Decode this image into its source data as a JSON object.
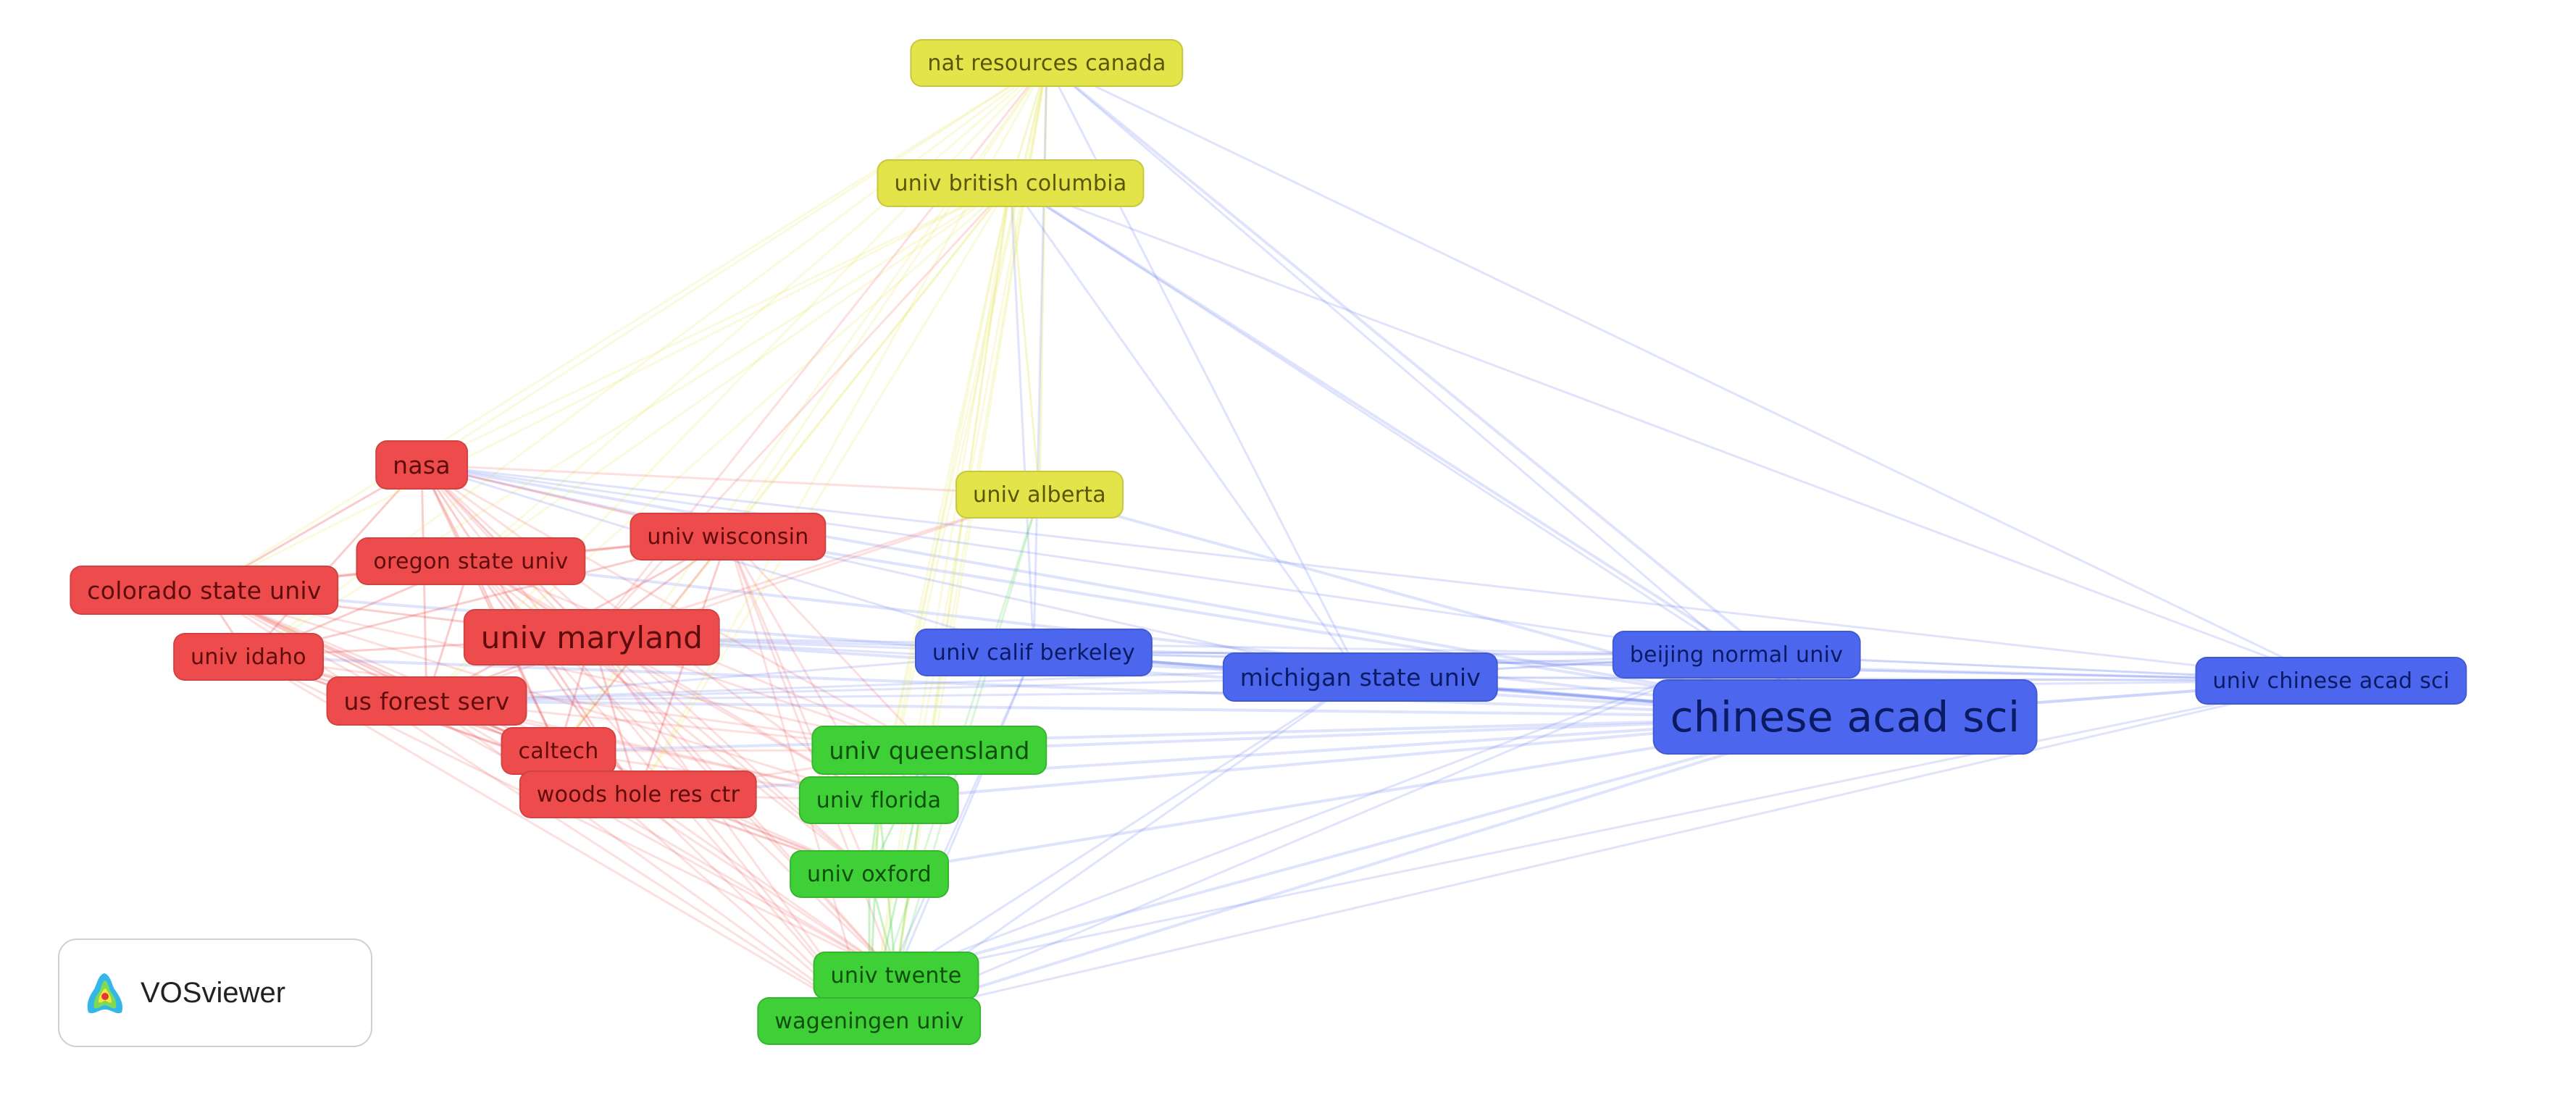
{
  "brand": {
    "name": "VOSviewer"
  },
  "colors": {
    "red": "#ee4c4c",
    "yellow": "#e3e34a",
    "green": "#3fcf37",
    "blue": "#4c67ee"
  },
  "clusters": [
    {
      "id": "red",
      "color": "#ee4c4c"
    },
    {
      "id": "yellow",
      "color": "#e3e34a"
    },
    {
      "id": "green",
      "color": "#3fcf37"
    },
    {
      "id": "blue",
      "color": "#4c67ee"
    }
  ],
  "nodes": [
    {
      "label": "nat resources canada",
      "cluster": "yellow"
    },
    {
      "label": "univ british columbia",
      "cluster": "yellow"
    },
    {
      "label": "univ alberta",
      "cluster": "yellow"
    },
    {
      "label": "nasa",
      "cluster": "red"
    },
    {
      "label": "univ wisconsin",
      "cluster": "red"
    },
    {
      "label": "oregon state univ",
      "cluster": "red"
    },
    {
      "label": "colorado state univ",
      "cluster": "red"
    },
    {
      "label": "univ maryland",
      "cluster": "red"
    },
    {
      "label": "univ idaho",
      "cluster": "red"
    },
    {
      "label": "us forest serv",
      "cluster": "red"
    },
    {
      "label": "caltech",
      "cluster": "red"
    },
    {
      "label": "woods hole res ctr",
      "cluster": "red"
    },
    {
      "label": "univ queensland",
      "cluster": "green"
    },
    {
      "label": "univ florida",
      "cluster": "green"
    },
    {
      "label": "univ oxford",
      "cluster": "green"
    },
    {
      "label": "univ twente",
      "cluster": "green"
    },
    {
      "label": "wageningen univ",
      "cluster": "green"
    },
    {
      "label": "univ calif berkeley",
      "cluster": "blue"
    },
    {
      "label": "michigan state univ",
      "cluster": "blue"
    },
    {
      "label": "beijing normal univ",
      "cluster": "blue"
    },
    {
      "label": "chinese acad sci",
      "cluster": "blue"
    },
    {
      "label": "univ chinese acad sci",
      "cluster": "blue"
    }
  ]
}
